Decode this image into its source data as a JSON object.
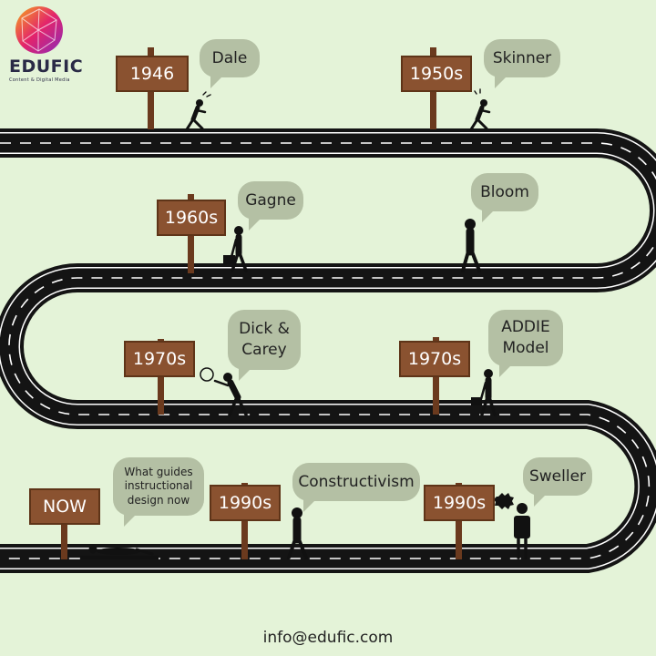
{
  "brand": {
    "name": "EDUFIC",
    "tagline": "Content & Digital Media"
  },
  "milestones": [
    {
      "year": "1946",
      "name": "Dale"
    },
    {
      "year": "1950s",
      "name": "Skinner"
    },
    {
      "year": "1960s",
      "name": "Gagne"
    },
    {
      "year": "",
      "name": "Bloom"
    },
    {
      "year": "1970s",
      "name": "Dick & Carey"
    },
    {
      "year": "1970s",
      "name": "ADDIE Model"
    },
    {
      "year": "NOW",
      "name": "What guides instructional design now"
    },
    {
      "year": "1990s",
      "name": "Constructivism"
    },
    {
      "year": "1990s",
      "name": "Sweller"
    }
  ],
  "footer": {
    "email": "info@edufic.com"
  },
  "colors": {
    "background": "#e4f3d8",
    "road": "#141414",
    "sign": "#8a5230",
    "bubble": "#b4c0a4"
  }
}
